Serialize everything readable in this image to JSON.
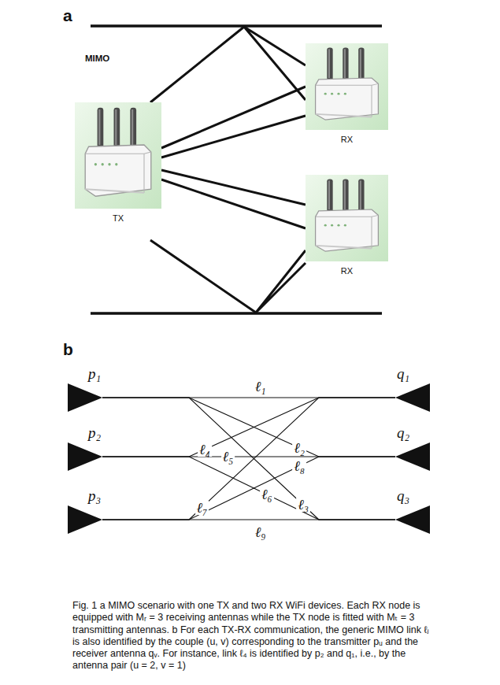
{
  "diagram": {
    "caption": "Fig. 1 a MIMO scenario with one TX and two RX WiFi devices. Each RX node is equipped with Mᵣ = 3 receiving antennas while the TX node is fitted with Mₜ = 3 transmitting antennas. b For each TX-RX communication, the generic MIMO link ℓⱼ is also identified by the couple (u, v) corresponding to the transmitter pᵤ and the receiver antenna qᵥ. For instance, link ℓ₄ is identified by p₂ and q₁, i.e., by the antenna pair (u = 2, v = 1)",
    "nodes": [
      {
        "text": [
          "TX"
        ]
      },
      {
        "text": [
          "RX"
        ]
      },
      {
        "text": [
          "RX"
        ]
      },
      {
        "text": [
          "p₁"
        ]
      },
      {
        "text": [
          "p₂"
        ]
      },
      {
        "text": [
          "p₃"
        ]
      },
      {
        "text": [
          "q₁"
        ]
      },
      {
        "text": [
          "q₂"
        ]
      },
      {
        "text": [
          "q₃"
        ]
      }
    ],
    "edges": [
      {
        "from": 0,
        "to": 1,
        "arrow": "none"
      },
      {
        "from": 0,
        "to": 1,
        "arrow": "none"
      },
      {
        "from": 0,
        "to": 1,
        "arrow": "none"
      },
      {
        "from": 0,
        "to": 2,
        "arrow": "none"
      },
      {
        "from": 0,
        "to": 2,
        "arrow": "none"
      },
      {
        "from": 0,
        "to": 2,
        "arrow": "none"
      },
      {
        "from": 3,
        "to": 6,
        "label": "ℓ₁",
        "arrow": "none"
      },
      {
        "from": 3,
        "to": 7,
        "label": "ℓ₂",
        "arrow": "none"
      },
      {
        "from": 3,
        "to": 8,
        "label": "ℓ₃",
        "arrow": "none"
      },
      {
        "from": 4,
        "to": 6,
        "label": "ℓ₄",
        "arrow": "none"
      },
      {
        "from": 4,
        "to": 7,
        "label": "ℓ₅",
        "arrow": "none"
      },
      {
        "from": 4,
        "to": 8,
        "label": "ℓ₆",
        "arrow": "none"
      },
      {
        "from": 5,
        "to": 6,
        "label": "ℓ₇",
        "arrow": "none"
      },
      {
        "from": 5,
        "to": 7,
        "label": "ℓ₈",
        "arrow": "none"
      },
      {
        "from": 5,
        "to": 8,
        "label": "ℓ₉",
        "arrow": "none"
      }
    ],
    "labels": [
      "a",
      "MIMO",
      "b"
    ]
  }
}
